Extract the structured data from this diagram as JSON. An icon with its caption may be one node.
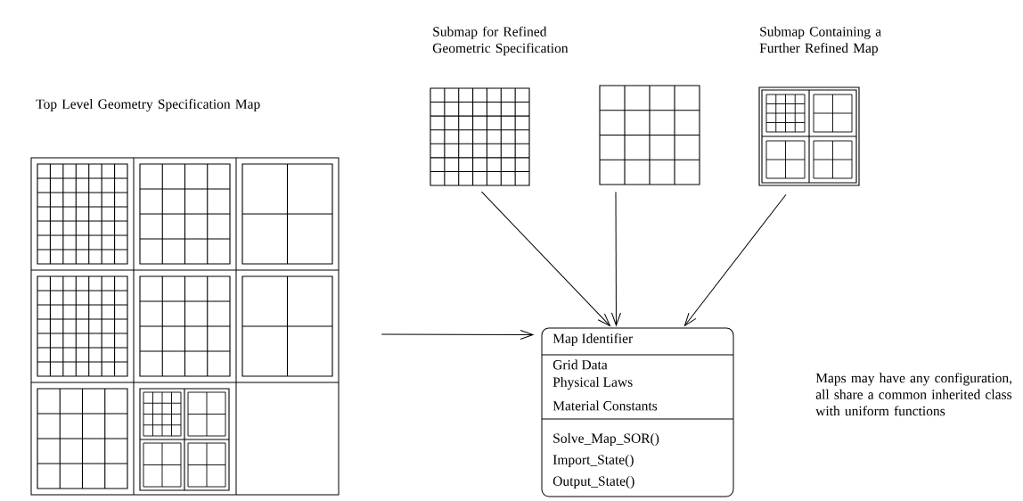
{
  "diagram": {
    "nodes": [
      {
        "text": [
          "Top Level Geometry Specification Map"
        ]
      },
      {
        "text": [
          "Submap for Refined Geometric Specification"
        ]
      },
      {
        "text": [],
        "shape": "box"
      },
      {
        "text": [
          "Submap Containing a Further Refined Map"
        ]
      },
      {
        "text": [
          "Map Identifier",
          "Grid Data",
          "Physical Laws",
          "Material Constants",
          "Solve_Map_SOR()",
          "Import_State()",
          "Output_State()"
        ]
      }
    ],
    "edges": [
      {
        "from": 0,
        "to": 4,
        "arrow": "to"
      },
      {
        "from": 1,
        "to": 4,
        "arrow": "to"
      },
      {
        "from": 2,
        "to": 4,
        "arrow": "to"
      },
      {
        "from": 3,
        "to": 4,
        "arrow": "to"
      }
    ],
    "labels": [
      "Maps may have any configuration, all share a common inherited class with uniform functions"
    ]
  }
}
